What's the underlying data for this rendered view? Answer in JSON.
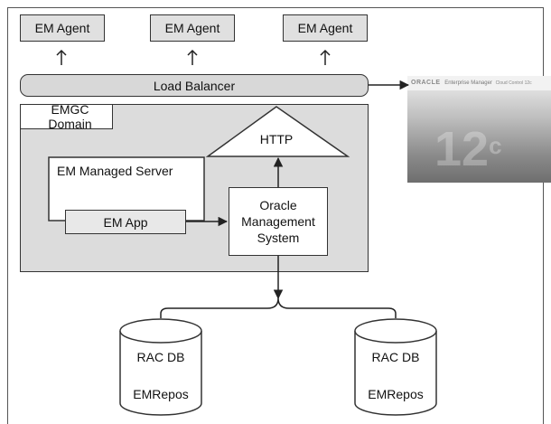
{
  "agents": [
    {
      "label": "EM Agent"
    },
    {
      "label": "EM Agent"
    },
    {
      "label": "EM Agent"
    }
  ],
  "load_balancer": {
    "label": "Load Balancer"
  },
  "domain": {
    "label": "EMGC Domain"
  },
  "managed_server": {
    "label": "EM Managed Server"
  },
  "http": {
    "label": "HTTP"
  },
  "em_app": {
    "label": "EM App"
  },
  "oms": {
    "line1": "Oracle",
    "line2": "Management",
    "line3": "System"
  },
  "databases": [
    {
      "line1": "RAC DB",
      "line2": "EMRepos"
    },
    {
      "line1": "RAC DB",
      "line2": "EMRepos"
    }
  ],
  "oracle_banner": {
    "brand": "ORACLE",
    "product": "Enterprise Manager",
    "edition": "Cloud Control 12c",
    "version_big": "12",
    "version_sup": "c"
  },
  "colors": {
    "fill_gray": "#e0e0e0",
    "domain_fill": "#dcdcdc",
    "line": "#222222",
    "banner_dark": "#6e6e6e",
    "banner_light": "#e6e6e6"
  }
}
